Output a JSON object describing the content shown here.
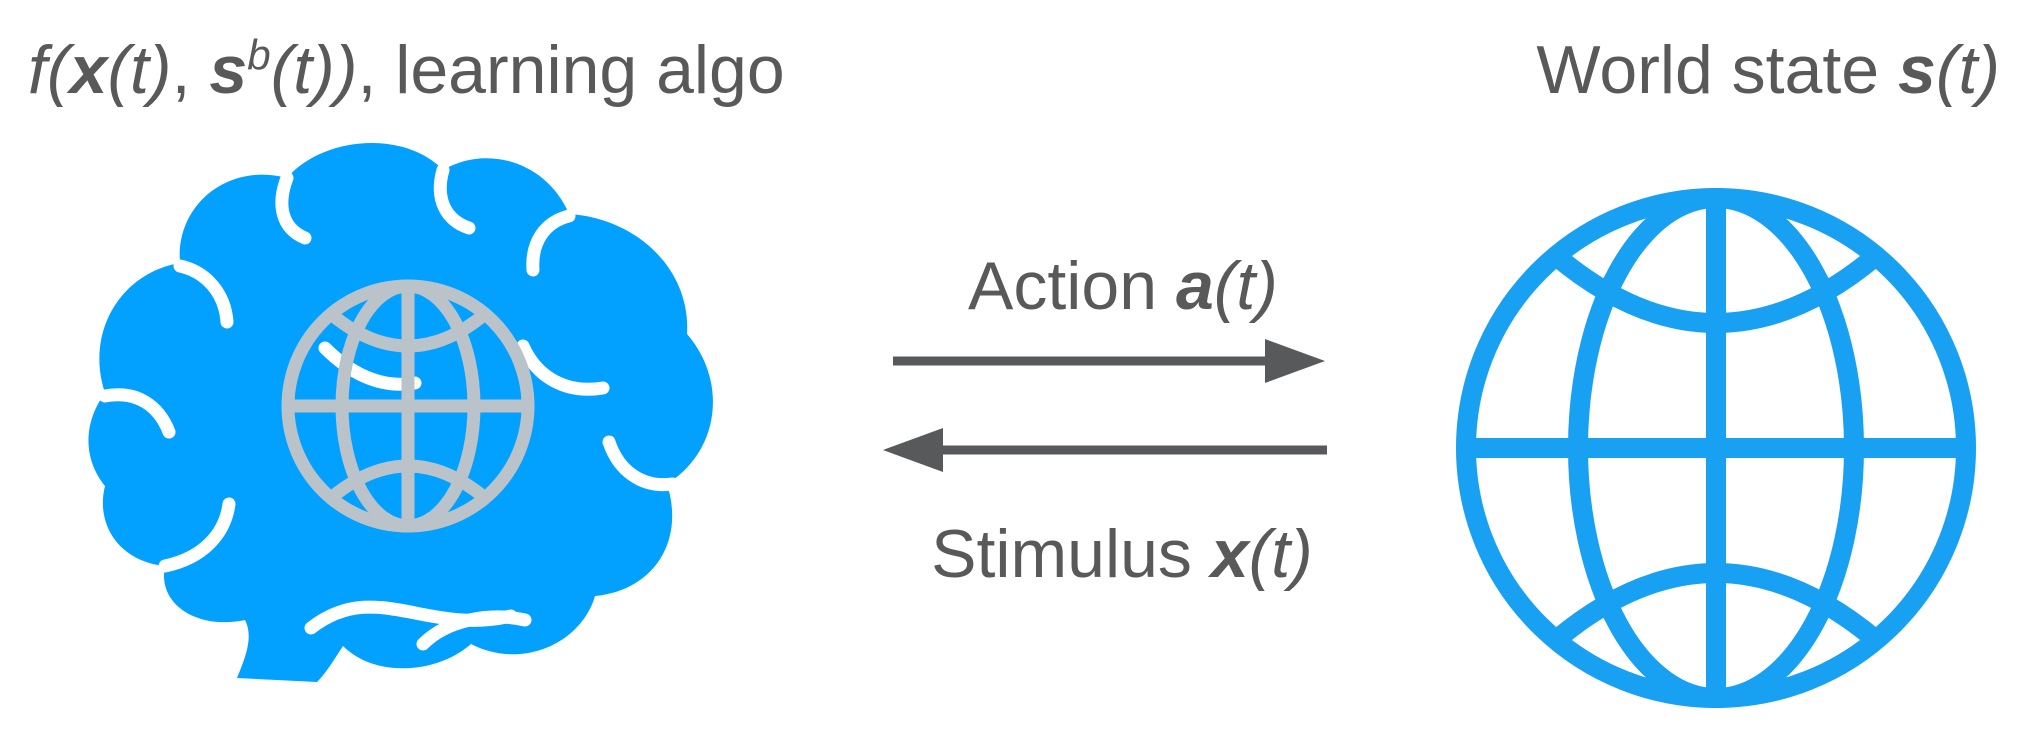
{
  "figure": {
    "description_labels": {
      "agent": {
        "p1": "f(",
        "p2": "x",
        "p3": "(t)",
        "p4": ", ",
        "p5": "s",
        "p6": "b",
        "p7": "(t))",
        "p8": ", learning algo"
      },
      "world": {
        "p1": "World state ",
        "p2": "s",
        "p3": "(t)"
      },
      "action": {
        "p1": "Action ",
        "p2": "a",
        "p3": "(t)"
      },
      "stimulus": {
        "p1": "Stimulus ",
        "p2": "x",
        "p3": "(t)"
      }
    },
    "icons": {
      "left": "brain-with-globe-icon",
      "right": "globe-icon"
    },
    "colors": {
      "brain_blue": "#02A0FF",
      "globe_blue": "#18A0F2",
      "inner_globe_gray": "#B9C3C9",
      "arrow_gray": "#58595B",
      "text_gray": "#595959",
      "background": "#FFFFFF"
    }
  }
}
